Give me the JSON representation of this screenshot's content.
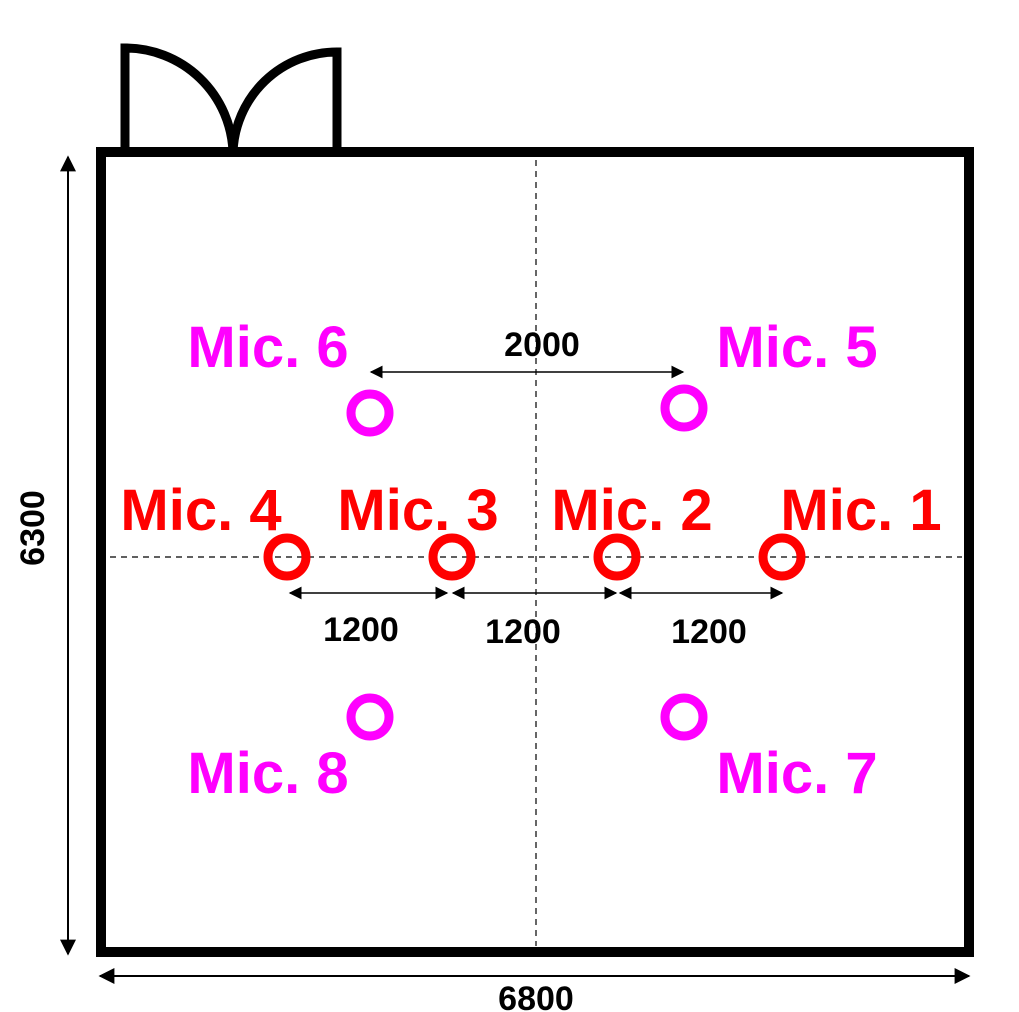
{
  "colors": {
    "wall": "#000000",
    "inner_mic": "#ff0000",
    "outer_mic": "#ff00ff",
    "background": "#ffffff"
  },
  "room": {
    "width_label": "6800",
    "depth_label": "6300"
  },
  "spacings": {
    "outer_pair": "2000",
    "inner_gap_a": "1200",
    "inner_gap_b": "1200",
    "inner_gap_c": "1200"
  },
  "microphones": [
    {
      "label": "Mic. 1",
      "group": "inner"
    },
    {
      "label": "Mic. 2",
      "group": "inner"
    },
    {
      "label": "Mic. 3",
      "group": "inner"
    },
    {
      "label": "Mic. 4",
      "group": "inner"
    },
    {
      "label": "Mic. 5",
      "group": "outer"
    },
    {
      "label": "Mic. 6",
      "group": "outer"
    },
    {
      "label": "Mic. 7",
      "group": "outer"
    },
    {
      "label": "Mic. 8",
      "group": "outer"
    }
  ],
  "icons": {
    "door": "double-door-icon",
    "mic": "mic-ring-icon"
  }
}
